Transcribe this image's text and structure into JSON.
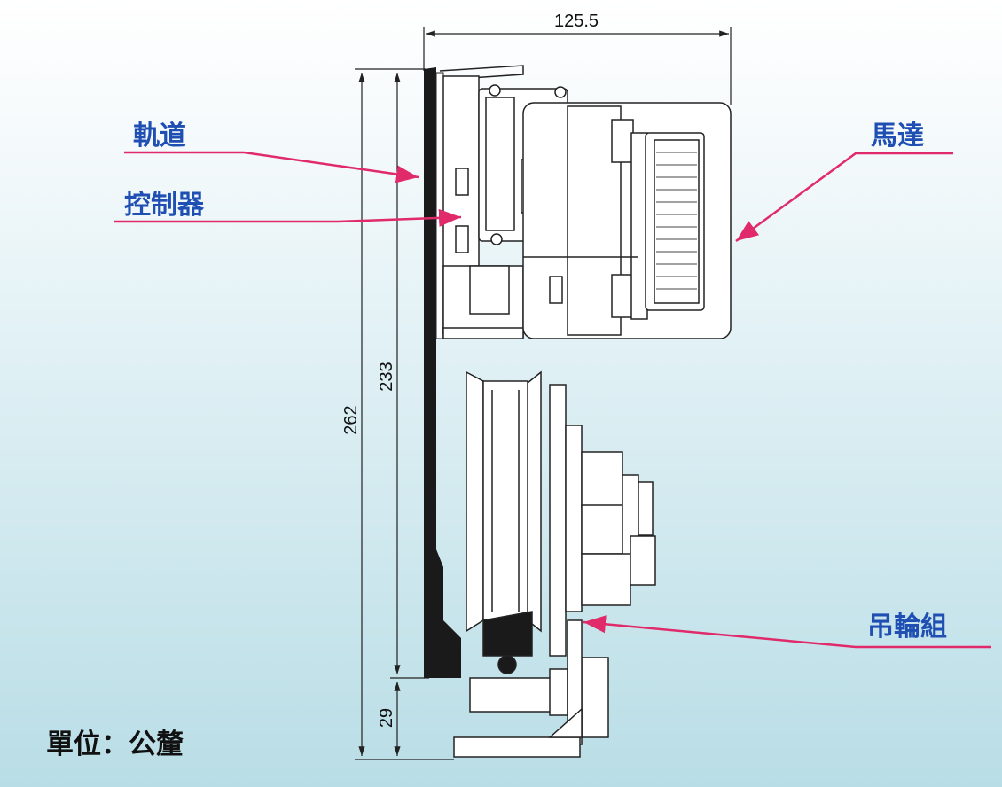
{
  "dimensions": {
    "width_top": "125.5",
    "height_total": "262",
    "height_upper": "233",
    "height_lower": "29"
  },
  "callouts": {
    "track": "軌道",
    "controller": "控制器",
    "motor": "馬達",
    "pulley_assembly": "吊輪組"
  },
  "unit_label": "單位：公釐",
  "colors": {
    "callout_text": "#1f4fb3",
    "leader_line": "#e02a6a",
    "line": "#222222"
  }
}
